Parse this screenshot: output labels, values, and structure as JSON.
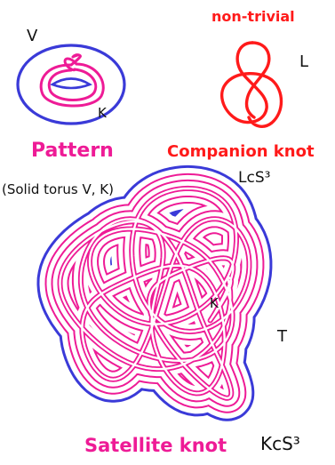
{
  "colors": {
    "blue": "#3a3ad8",
    "pink": "#ee1b96",
    "red": "#ff1a1a",
    "black": "#111111"
  },
  "labels": {
    "v": "V",
    "k_pattern": "K",
    "pattern": "Pattern",
    "non_trivial": "non-trivial",
    "l": "L",
    "companion": "Companion knot",
    "l_in_s3": "LcS³",
    "solid_torus": "(Solid torus V, K)",
    "k_satellite": "K",
    "t": "T",
    "satellite": "Satellite knot",
    "k_in_s3": "KcS³"
  }
}
